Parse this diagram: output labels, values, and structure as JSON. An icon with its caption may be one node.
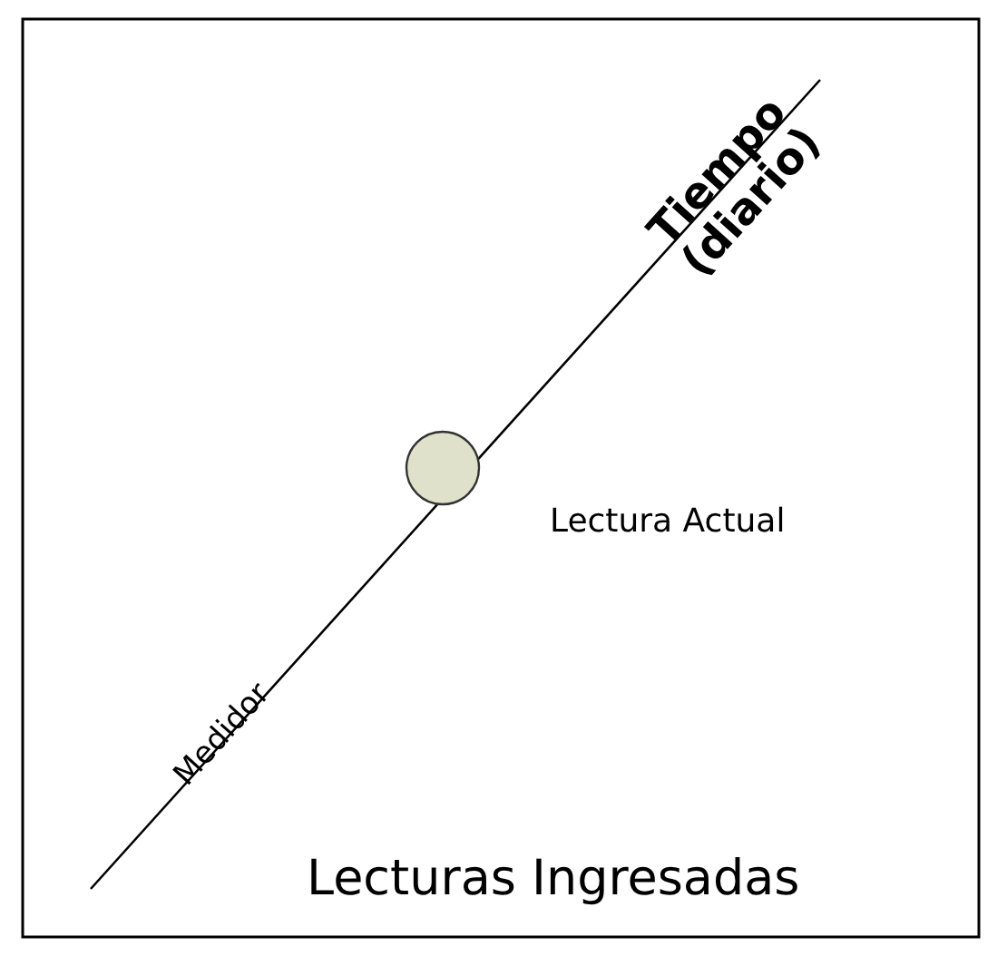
{
  "diagram": {
    "nodes": [
      {
        "text": [],
        "shape": "circle"
      }
    ],
    "labels": [
      "Tiempo (diario)",
      "Medidor",
      "Lectura Actual",
      "Lecturas Ingresadas"
    ]
  }
}
